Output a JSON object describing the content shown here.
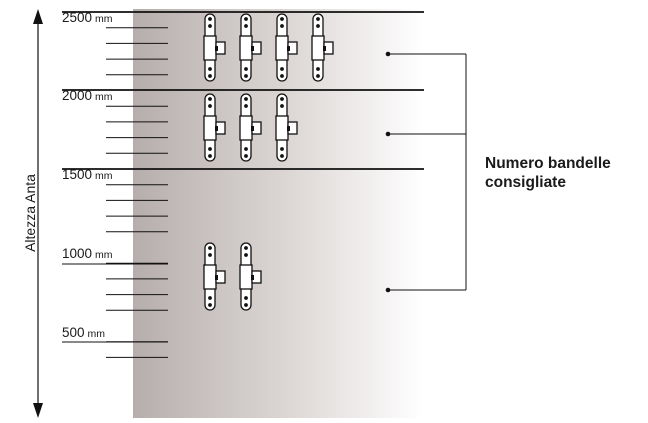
{
  "axis": {
    "title": "Altezza Anta"
  },
  "ticks": [
    {
      "value": "2500",
      "unit": "mm"
    },
    {
      "value": "2000",
      "unit": "mm"
    },
    {
      "value": "1500",
      "unit": "mm"
    },
    {
      "value": "1000",
      "unit": "mm"
    },
    {
      "value": "500",
      "unit": "mm"
    }
  ],
  "zones": [
    {
      "hinges": 4
    },
    {
      "hinges": 3
    },
    {
      "hinges": 2
    }
  ],
  "legend": {
    "line1": "Numero bandelle",
    "line2": "consigliate"
  },
  "colors": {
    "line": "#111111",
    "gradient_dark": "#b6aeac",
    "gradient_light": "#ffffff",
    "hinge_fill": "#ffffff"
  }
}
